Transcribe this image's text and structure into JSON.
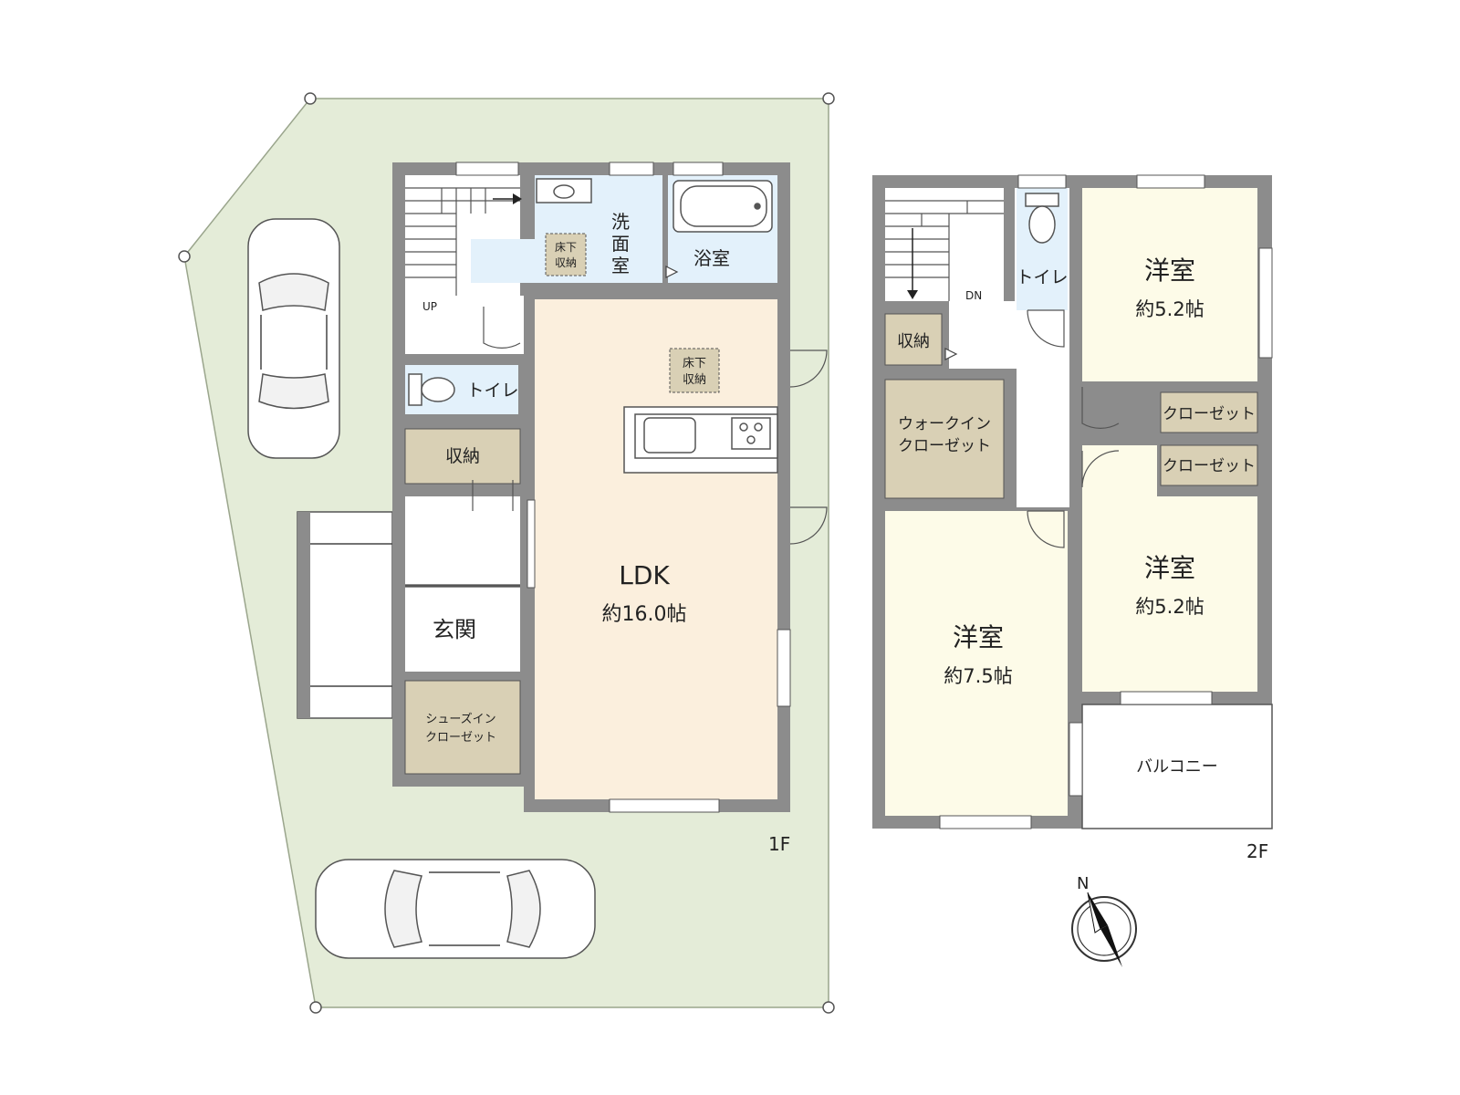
{
  "floors": {
    "first": {
      "label": "1F",
      "ldk": {
        "name": "LDK",
        "size": "約16.0帖"
      },
      "underfloor_ldk": {
        "line1": "床下",
        "line2": "収納"
      },
      "underfloor_wash": {
        "line1": "床下",
        "line2": "収納"
      },
      "washroom": {
        "c1": "洗",
        "c2": "面",
        "c3": "室"
      },
      "bath": "浴室",
      "toilet": "トイレ",
      "storage": "収納",
      "entrance": "玄関",
      "shoes_closet": {
        "line1": "シューズイン",
        "line2": "クローゼット"
      },
      "stairs_up": "UP"
    },
    "second": {
      "label": "2F",
      "room_nw": {
        "name": "洋室",
        "size": "約5.2帖"
      },
      "room_mid": {
        "name": "洋室",
        "size": "約5.2帖"
      },
      "room_large": {
        "name": "洋室",
        "size": "約7.5帖"
      },
      "closet1": "クローゼット",
      "closet2": "クローゼット",
      "walkin": {
        "line1": "ウォークイン",
        "line2": "クローゼット"
      },
      "storage": "収納",
      "toilet": "トイレ",
      "balcony": "バルコニー",
      "stairs_down": "DN"
    }
  },
  "compass": {
    "north": "N"
  },
  "colors": {
    "lot": "#e4ecd8",
    "wall": "#8c8c8c",
    "ldk": "#fbefdd",
    "room": "#fdfbe8",
    "wet": "#e3f1fb",
    "storage": "#d9d0b5"
  }
}
